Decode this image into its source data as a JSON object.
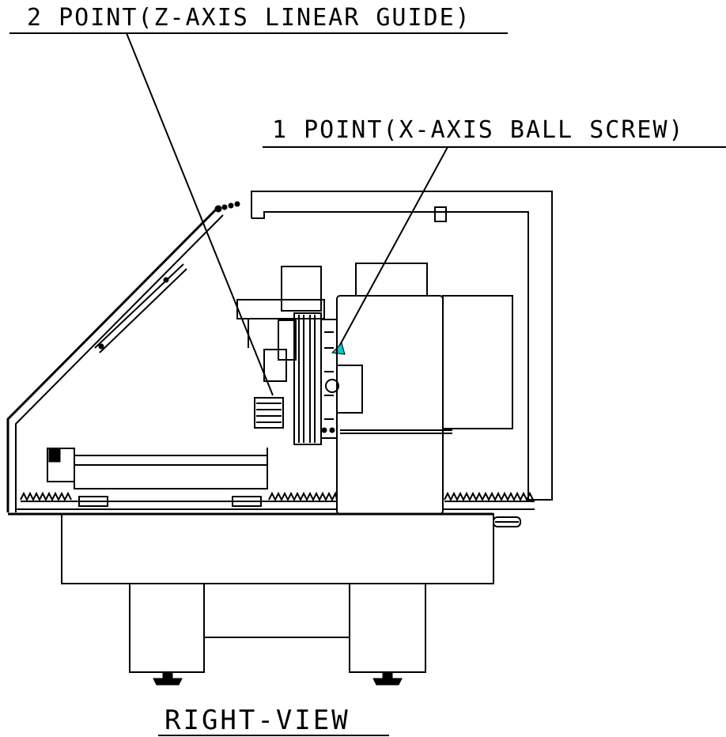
{
  "callouts": {
    "point2": "2 POINT(Z-AXIS LINEAR GUIDE)",
    "point1": "1 POINT(X-AXIS BALL SCREW)"
  },
  "view_title": "RIGHT-VIEW",
  "colors": {
    "line": "#000000",
    "background": "#ffffff",
    "marker_accent": "#00c8c8"
  }
}
